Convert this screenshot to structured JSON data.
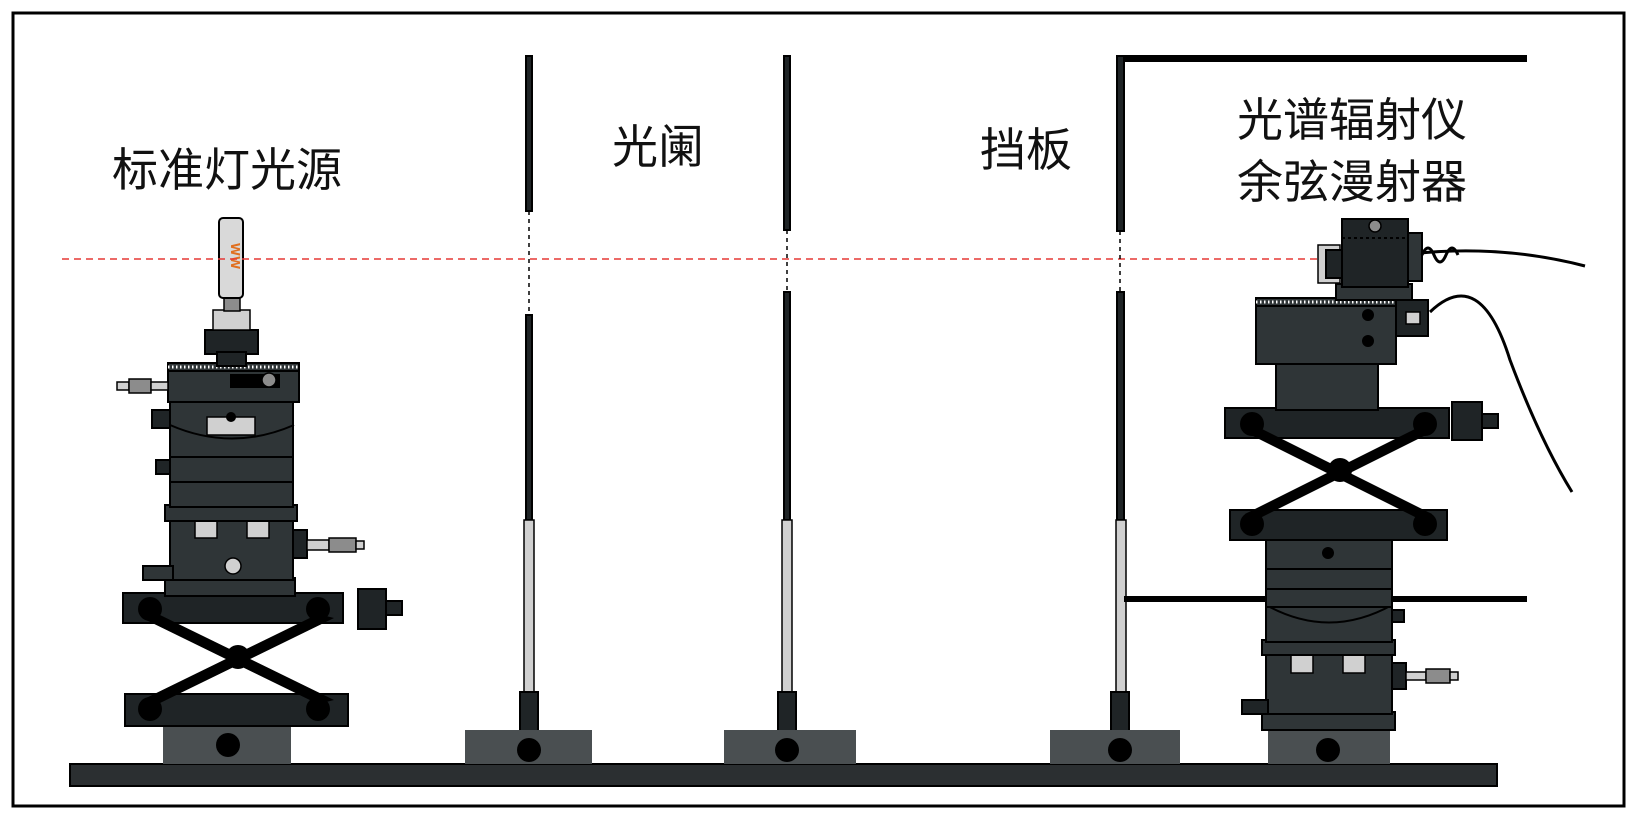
{
  "labels": {
    "standard_lamp": "标准灯光源",
    "aperture": "光阑",
    "baffle": "挡板",
    "radiometer_line1": "光谱辐射仪",
    "radiometer_line2": "余弦漫射器"
  },
  "lamp_marking": "WW",
  "colors": {
    "beam": "#e53935",
    "lamp_marking": "#e07020",
    "equipment": "#2f3537",
    "rail": "#2b2f31",
    "base": "#4a4f51",
    "rod_light": "#d0d0d0"
  },
  "icons": {
    "lamp": "standard-lamp-icon",
    "radiometer": "radiometer-head-icon",
    "scissor_lift": "scissor-lift-icon"
  }
}
